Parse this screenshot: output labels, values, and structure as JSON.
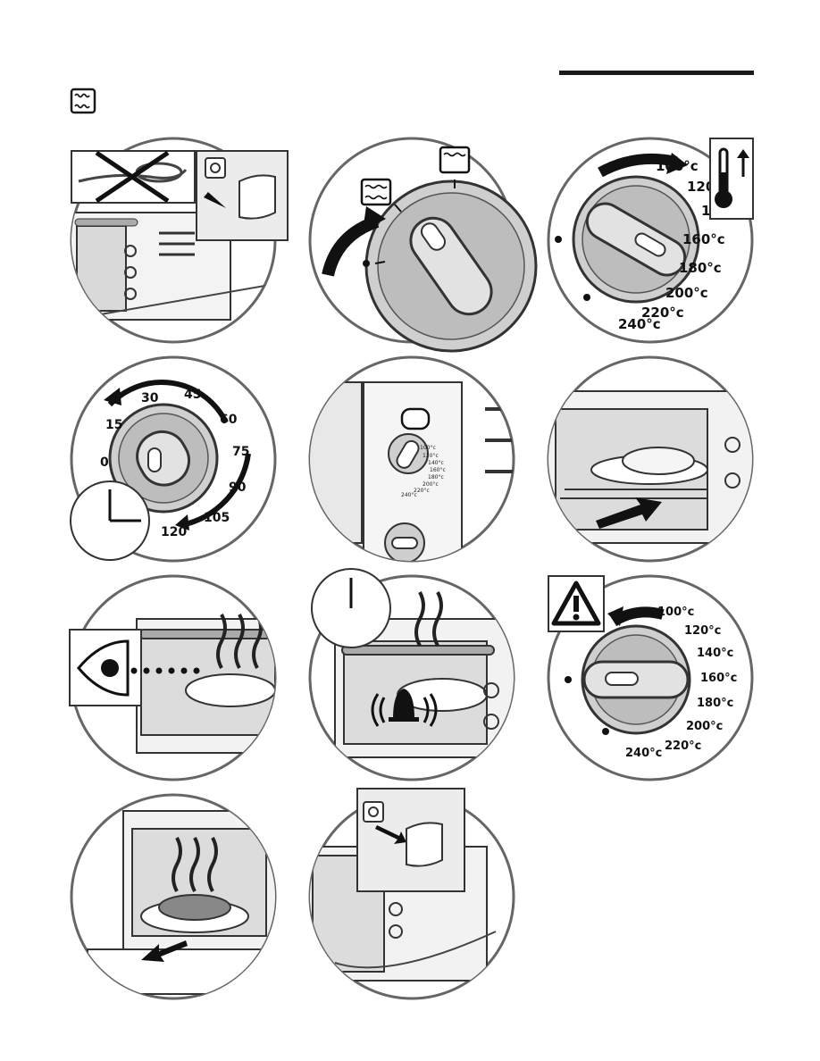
{
  "panel_3": {
    "temps": [
      "100°c",
      "120",
      "1",
      "160°c",
      "180°c",
      "200°c",
      "220°c",
      "240°c"
    ]
  },
  "panel_4": {
    "minutes": [
      "0",
      "15",
      "30",
      "45",
      "60",
      "75",
      "90",
      "105",
      "120"
    ]
  },
  "panel_5": {
    "temps": [
      "100°c",
      "120°c",
      "140°c",
      "160°c",
      "180°c",
      "200°c",
      "220°c",
      "240°c"
    ]
  },
  "panel_9": {
    "temps": [
      "100°c",
      "120°c",
      "140°c",
      "160°c",
      "180°c",
      "200°c",
      "220°c",
      "240°c"
    ]
  },
  "icons": {
    "mode_icon": "oven-heat-icon",
    "warning": "warning-triangle-icon",
    "thermometer": "thermometer-up-icon",
    "eye": "eye-icon",
    "bell": "alarm-bell-icon",
    "clock": "clock-icon"
  }
}
